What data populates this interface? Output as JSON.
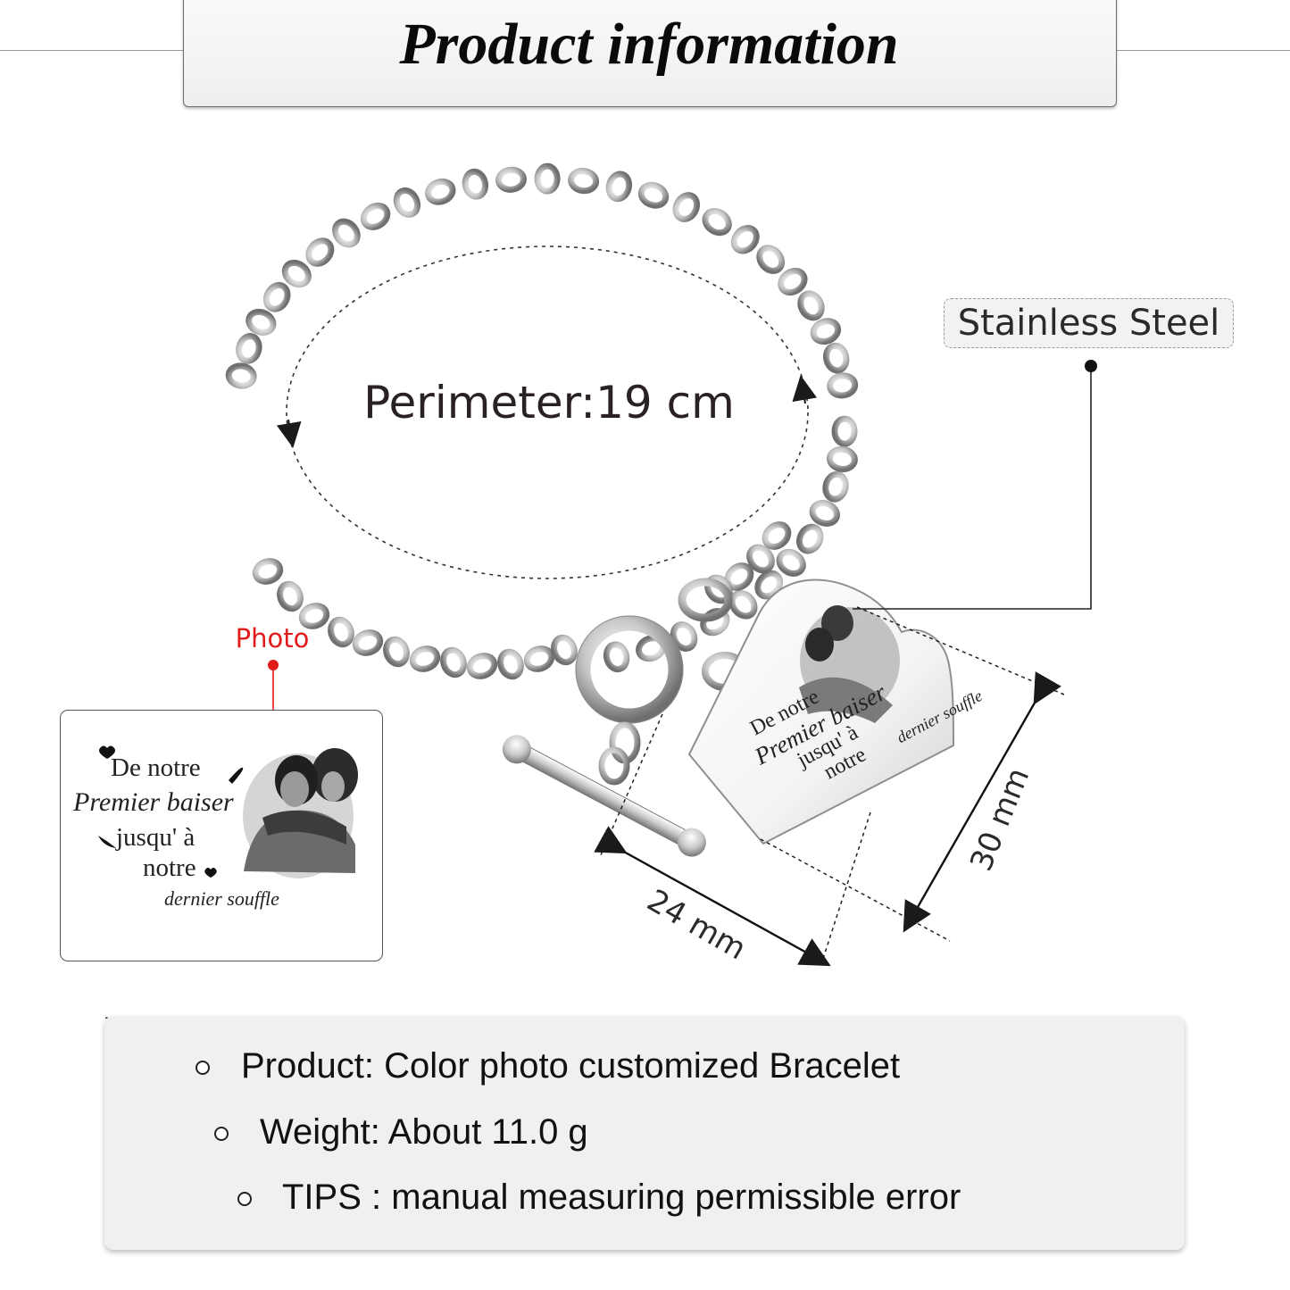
{
  "header": {
    "title": "Product information"
  },
  "material": {
    "label": "Stainless Steel"
  },
  "perimeter": {
    "label": "Perimeter:19 cm"
  },
  "photo_callout": {
    "label": "Photo"
  },
  "engraving": {
    "line1": "De notre",
    "line2": "Premier baiser",
    "line3": "jusqu' à",
    "line4": "notre",
    "line5": "dernier souffle"
  },
  "dimensions": {
    "height": "30 mm",
    "width": "24 mm"
  },
  "specs": [
    {
      "text": "Product: Color photo customized Bracelet"
    },
    {
      "text": "Weight: About 11.0 g"
    },
    {
      "text": "TIPS : manual measuring permissible error"
    }
  ],
  "colors": {
    "photo_label": "#e21b1b",
    "spec_box": "#f0f0f0",
    "metal": "#c9c9c9"
  },
  "icons": [
    "bullet-ring-icon",
    "heart-icon",
    "feather-icon",
    "arrow-icon"
  ]
}
